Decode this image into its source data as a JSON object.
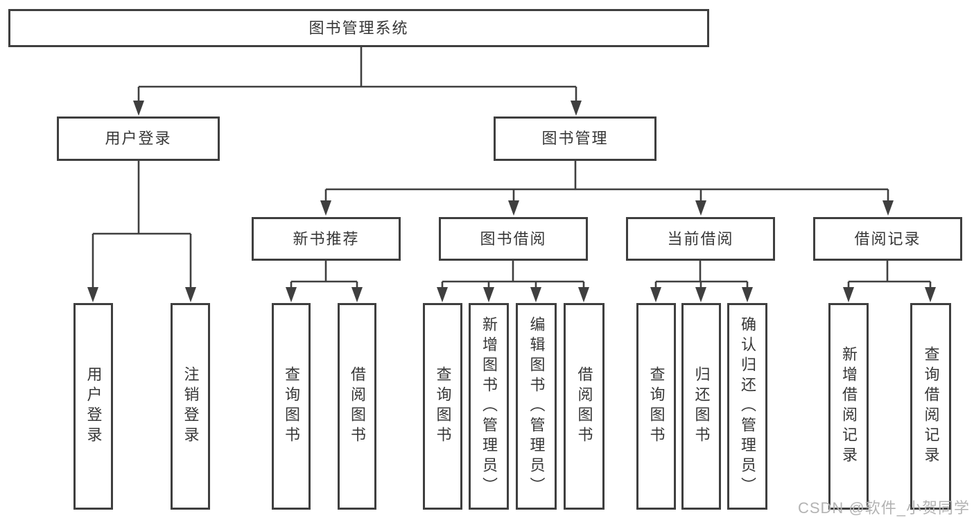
{
  "colors": {
    "line": "#3f3f3f",
    "box_border": "#3f3f3f",
    "text": "#373737",
    "watermark": "#b3b3b3",
    "background": "#ffffff"
  },
  "watermark": {
    "text": "CSDN @软件_小贺同学"
  },
  "tree": {
    "root": {
      "label": "图书管理系统",
      "children": [
        {
          "label": "用户登录",
          "children": [
            {
              "label": "用户登录"
            },
            {
              "label": "注销登录"
            }
          ]
        },
        {
          "label": "图书管理",
          "children": [
            {
              "label": "新书推荐",
              "children": [
                {
                  "label": "查询图书"
                },
                {
                  "label": "借阅图书"
                }
              ]
            },
            {
              "label": "图书借阅",
              "children": [
                {
                  "label": "查询图书"
                },
                {
                  "label": "新增图书（管理员）"
                },
                {
                  "label": "编辑图书（管理员）"
                },
                {
                  "label": "借阅图书"
                }
              ]
            },
            {
              "label": "当前借阅",
              "children": [
                {
                  "label": "查询图书"
                },
                {
                  "label": "归还图书"
                },
                {
                  "label": "确认归还（管理员）"
                }
              ]
            },
            {
              "label": "借阅记录",
              "children": [
                {
                  "label": "新增借阅记录"
                },
                {
                  "label": "查询借阅记录"
                }
              ]
            }
          ]
        }
      ]
    }
  }
}
